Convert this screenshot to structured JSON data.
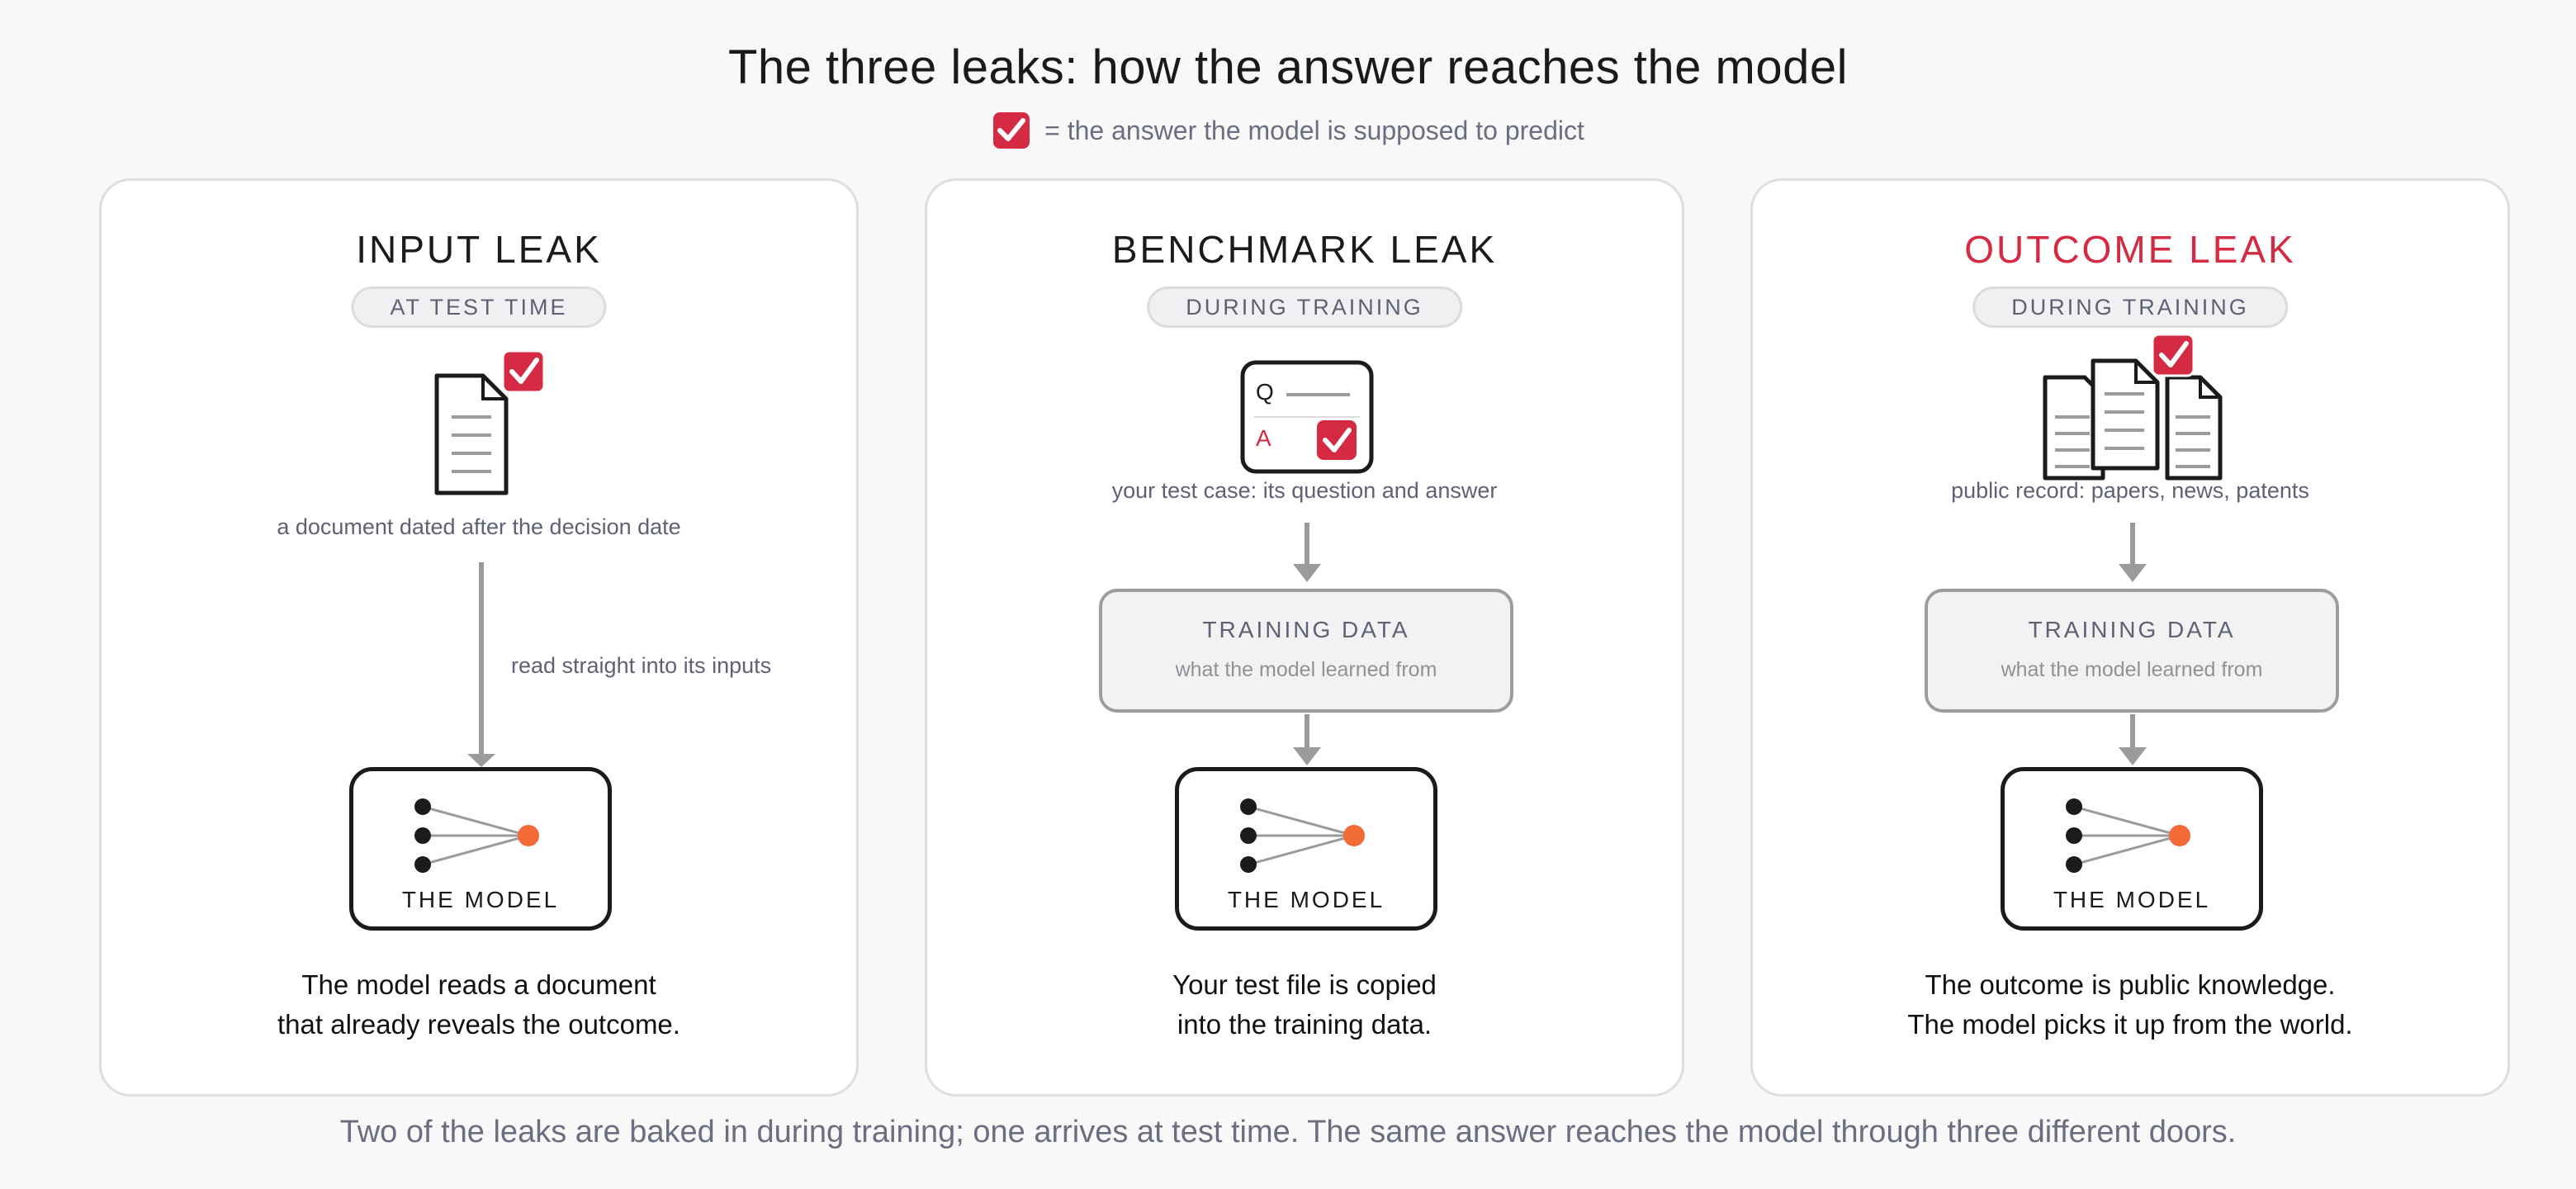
{
  "title": "The three leaks: how the answer reaches the model",
  "legend": {
    "text": "= the answer the model is supposed to predict",
    "icon": "checkbox-checked-icon",
    "color": "#d42a43"
  },
  "colors": {
    "accent": "#d42a43",
    "model_output": "#f26a35",
    "arrow": "#9b9b9b"
  },
  "panels": [
    {
      "title": "INPUT LEAK",
      "tag": "AT TEST TIME",
      "source_caption": "a document dated after the decision date",
      "arrow_caption": "read straight into its inputs",
      "model_label": "THE MODEL",
      "desc_line1": "The model reads a document",
      "desc_line2": "that already reveals the outcome."
    },
    {
      "title": "BENCHMARK LEAK",
      "tag": "DURING TRAINING",
      "card_q": "Q",
      "card_a": "A",
      "source_caption": "your test case: its question and answer",
      "training_title": "TRAINING DATA",
      "training_sub": "what the model learned from",
      "model_label": "THE MODEL",
      "desc_line1": "Your test file is copied",
      "desc_line2": "into the training data."
    },
    {
      "title": "OUTCOME LEAK",
      "tag": "DURING TRAINING",
      "source_caption": "public record: papers, news, patents",
      "training_title": "TRAINING DATA",
      "training_sub": "what the model learned from",
      "model_label": "THE MODEL",
      "desc_line1": "The outcome is public knowledge.",
      "desc_line2": "The model picks it up from the world."
    }
  ],
  "footer": "Two of the leaks are baked in during training; one arrives at test time. The same answer reaches the model through three different doors."
}
